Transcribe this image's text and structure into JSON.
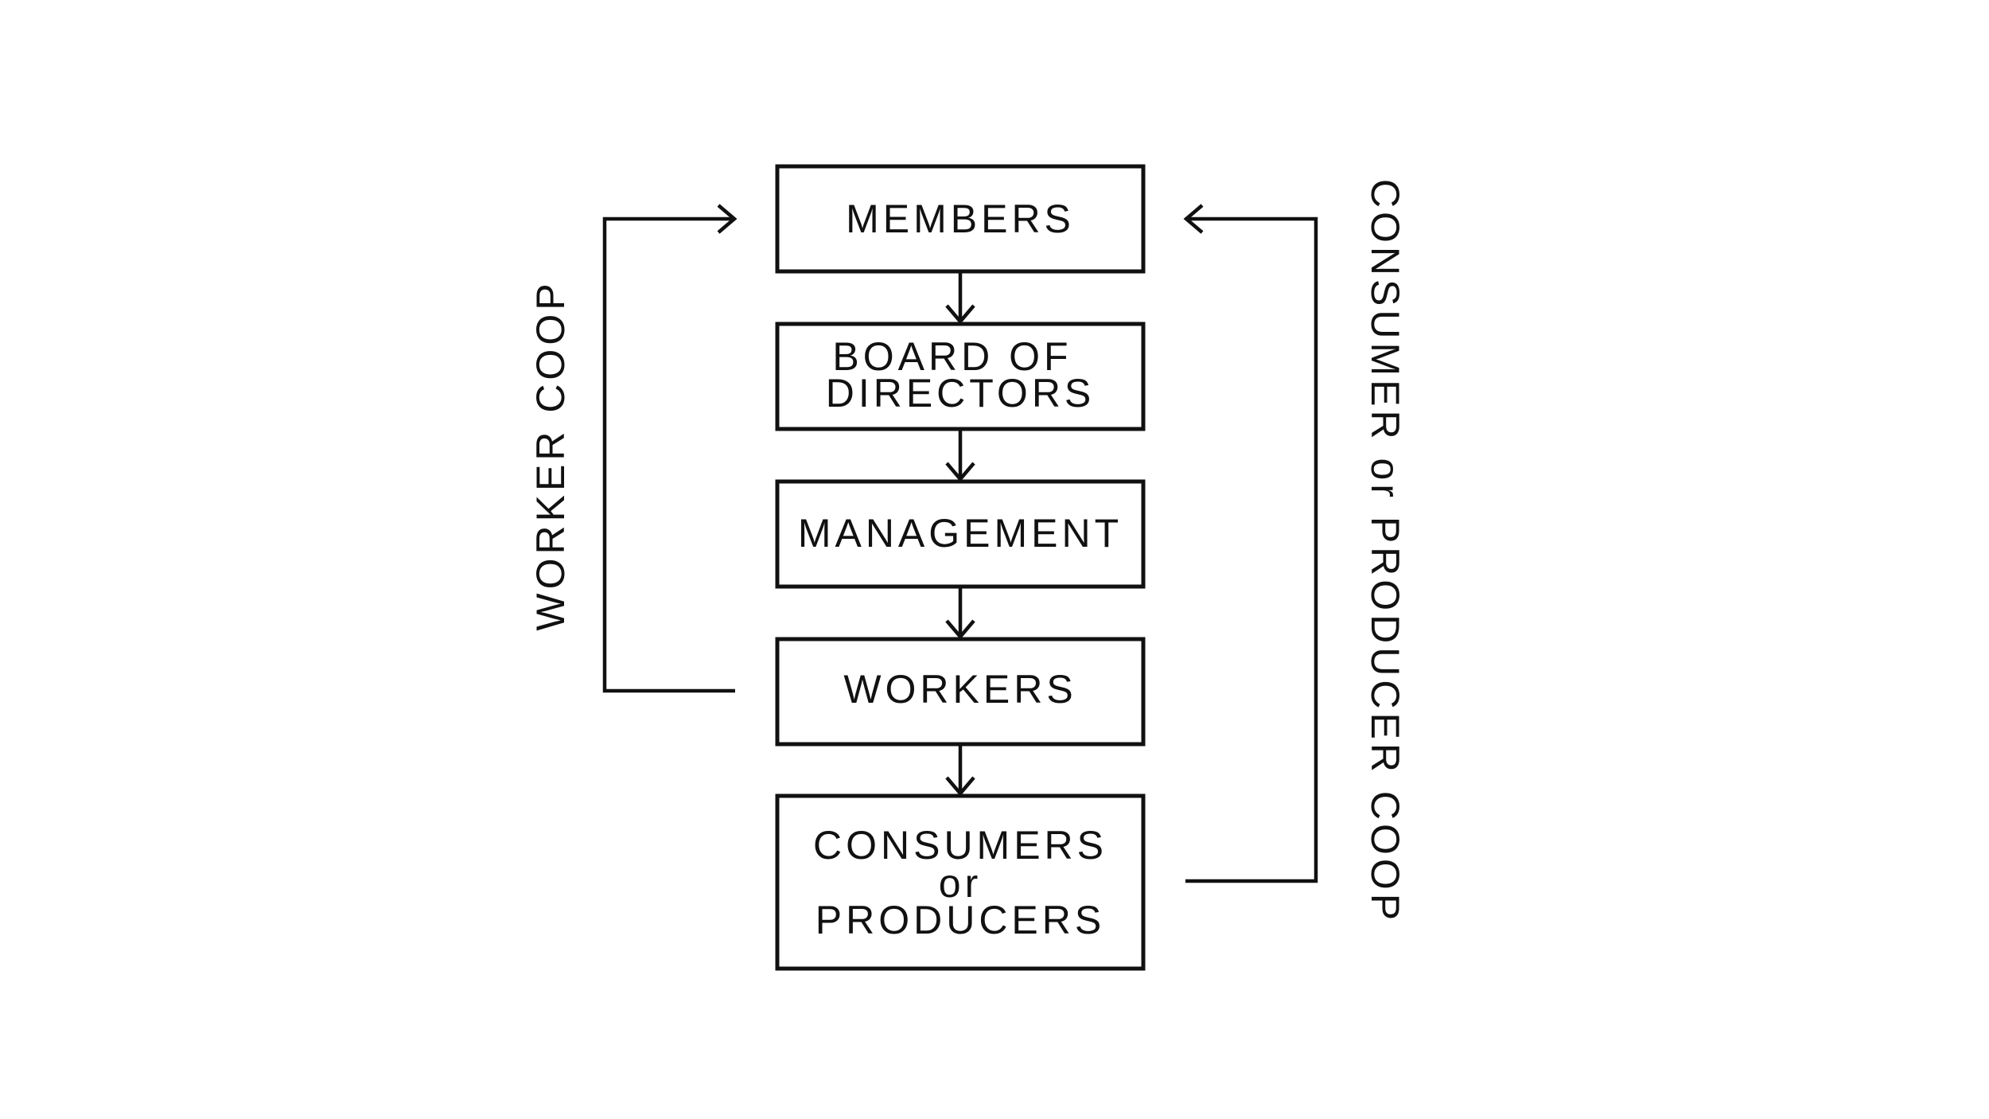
{
  "diagram": {
    "nodes": {
      "members": {
        "lines": [
          "MEMBERS"
        ]
      },
      "board": {
        "lines": [
          "BOARD OF",
          "DIRECTORS"
        ]
      },
      "management": {
        "lines": [
          "MANAGEMENT"
        ]
      },
      "workers": {
        "lines": [
          "WORKERS"
        ]
      },
      "consumers": {
        "lines": [
          "CONSUMERS",
          "or",
          "PRODUCERS"
        ]
      }
    },
    "loops": {
      "worker_coop": {
        "label": "WORKER COOP"
      },
      "consumer_producer_coop": {
        "label": "CONSUMER or PRODUCER COOP"
      }
    },
    "colors": {
      "stroke": "#111111",
      "background": "#ffffff"
    }
  }
}
